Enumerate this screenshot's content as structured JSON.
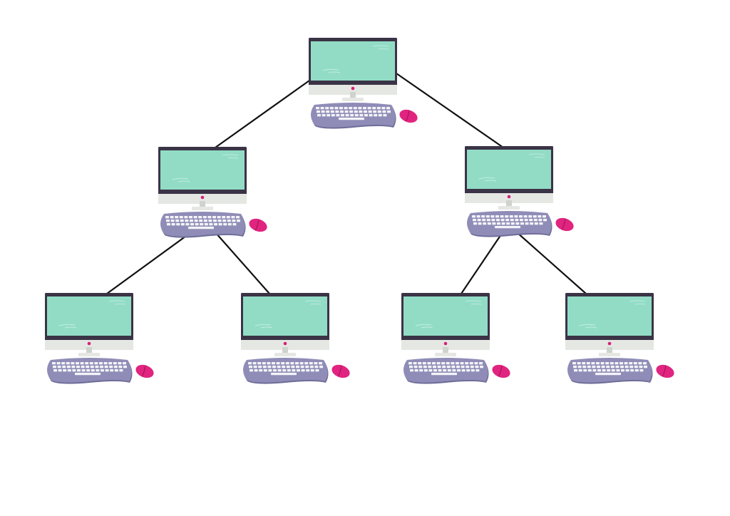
{
  "diagram": {
    "type": "tree-network",
    "colors": {
      "background": "#ffffff",
      "link": "#111111",
      "monitor_bezel": "#3b3346",
      "screen": "#92dcc6",
      "screen_highlight": "#d8f3ea",
      "monitor_chin": "#e4e7e2",
      "power_led": "#d61f78",
      "stand": "#e4e7e2",
      "keyboard_base": "#8f8db7",
      "keyboard_keys": "#f4f4f8",
      "keyboard_shadow": "#6f6d99",
      "mouse": "#e0247f",
      "mouse_line": "#9a1050"
    },
    "nodes": [
      {
        "id": "root"
      },
      {
        "id": "left"
      },
      {
        "id": "right"
      },
      {
        "id": "left-left"
      },
      {
        "id": "left-right"
      },
      {
        "id": "right-left"
      },
      {
        "id": "right-right"
      }
    ],
    "links": [
      {
        "from": "root",
        "to": "left"
      },
      {
        "from": "root",
        "to": "right"
      },
      {
        "from": "left",
        "to": "left-left"
      },
      {
        "from": "left",
        "to": "left-right"
      },
      {
        "from": "right",
        "to": "right-left"
      },
      {
        "from": "right",
        "to": "right-right"
      }
    ]
  }
}
